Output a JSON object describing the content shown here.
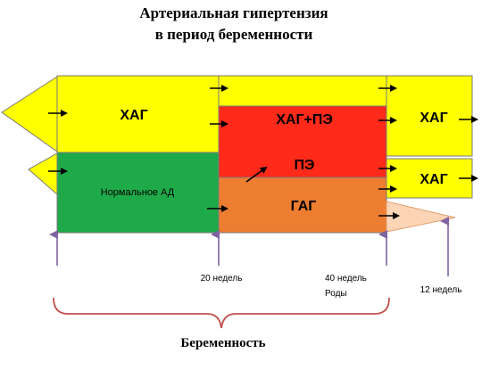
{
  "title_line1": "Артериальная гипертензия",
  "title_line2": "в период беременности",
  "blocks": {
    "hag_main": "ХАГ",
    "hag_pe": "ХАГ+ПЭ",
    "pe": "ПЭ",
    "gag": "ГАГ",
    "hag_right_top": "ХАГ",
    "hag_right_bottom": "ХАГ",
    "normal_bp": "Нормальное АД"
  },
  "timeline": {
    "week20": "20 недель",
    "week40": "40 недель",
    "birth": "Роды",
    "week12": "12 недель"
  },
  "footer": "Беременность",
  "colors": {
    "yellow": "#ffff00",
    "red": "#ff2a1a",
    "orange": "#ed7d31",
    "green": "#1faa4a",
    "peach": "#fbd5b5",
    "arrow_purple": "#8064a2",
    "brace_red": "#c0504d"
  }
}
